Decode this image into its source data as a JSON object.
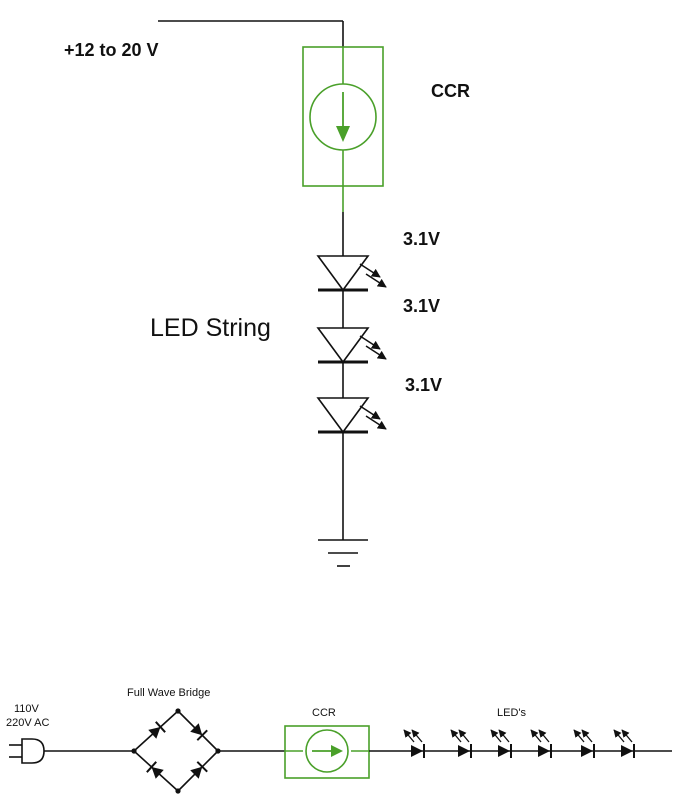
{
  "colors": {
    "accent_green": "#4aa02a",
    "wire": "#111111",
    "background": "#ffffff"
  },
  "top_circuit": {
    "supply_label": "+12 to 20 V",
    "ccr_label": "CCR",
    "led_string_label": "LED String",
    "led_voltages": [
      "3.1V",
      "3.1V",
      "3.1V"
    ],
    "ground_icon": "ground-icon",
    "ccr_icon": "current-source-icon"
  },
  "bottom_circuit": {
    "input_label_line1": "110V",
    "input_label_line2": "220V AC",
    "bridge_label": "Full Wave Bridge",
    "ccr_label": "CCR",
    "leds_label": "LED's",
    "plug_icon": "ac-plug-icon",
    "led_count": 6
  }
}
